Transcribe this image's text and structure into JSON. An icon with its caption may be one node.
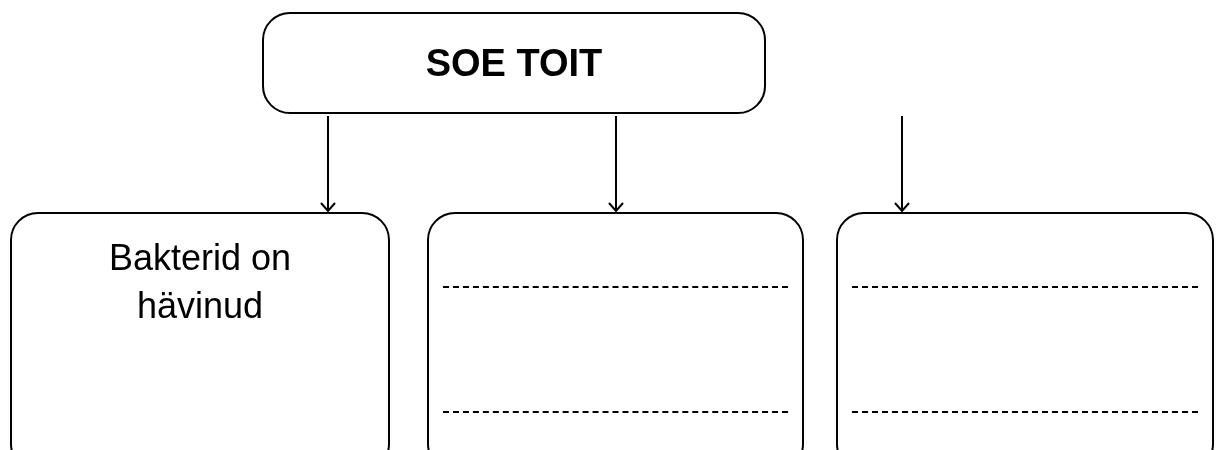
{
  "diagram": {
    "nodes": [
      {
        "text": [
          "SOE TOIT"
        ]
      },
      {
        "text": [
          "Bakterid on hävinud"
        ]
      },
      {
        "text": [],
        "shape": "box"
      },
      {
        "text": [],
        "shape": "box"
      }
    ],
    "edges": [
      {
        "from": 0,
        "to": 1,
        "arrow": "to"
      },
      {
        "from": 0,
        "to": 2,
        "arrow": "to"
      },
      {
        "from": null,
        "to": 3,
        "arrow": "to"
      }
    ]
  }
}
